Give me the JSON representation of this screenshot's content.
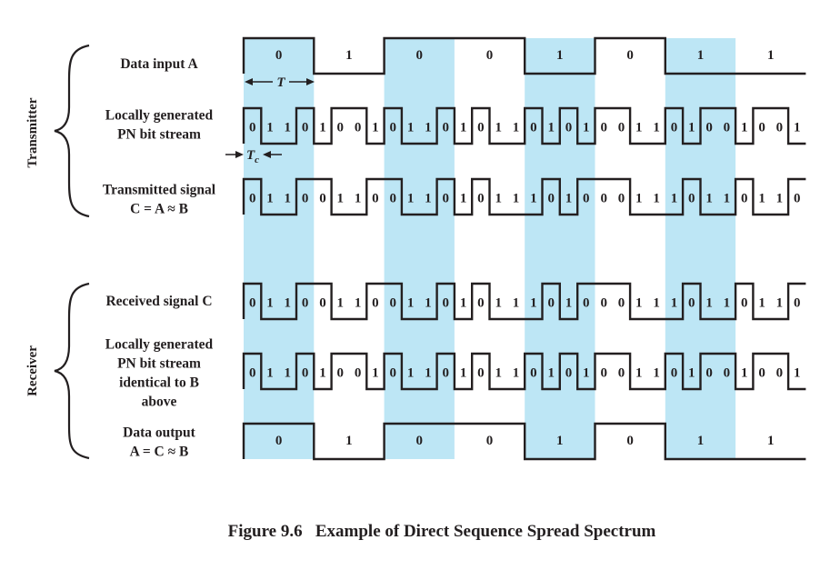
{
  "figure": {
    "caption": "Figure 9.6   Example of Direct Sequence Spread Spectrum",
    "highlight_color": "#bde6f5",
    "ink_color": "#231f20",
    "groups": {
      "transmitter": "Transmitter",
      "receiver": "Receiver"
    },
    "period_label": "T",
    "chip_label": "T",
    "chip_subscript": "c",
    "highlighted_bit_slots": [
      0,
      2,
      4,
      6
    ],
    "rows": [
      {
        "key": "data_in",
        "lines": [
          "Data input A"
        ],
        "kind": "data",
        "bits": "01001011"
      },
      {
        "key": "pn_tx",
        "lines": [
          "Locally generated",
          "PN bit stream"
        ],
        "kind": "chip",
        "bits": "01101001011010110101001101001001"
      },
      {
        "key": "tx_signal",
        "lines": [
          "Transmitted signal",
          "C = A ≈ B"
        ],
        "kind": "chip",
        "bits": "01100110011010111010001110110110"
      },
      {
        "key": "rx_signal",
        "lines": [
          "Received signal C"
        ],
        "kind": "chip",
        "bits": "01100110011010111010001110110110"
      },
      {
        "key": "pn_rx",
        "lines": [
          "Locally generated",
          "PN bit stream",
          "identical to B",
          "above"
        ],
        "kind": "chip",
        "bits": "01101001011010110101001101001001"
      },
      {
        "key": "data_out",
        "lines": [
          "Data output",
          "A = C ≈ B"
        ],
        "kind": "data",
        "bits": "01001011"
      }
    ]
  }
}
